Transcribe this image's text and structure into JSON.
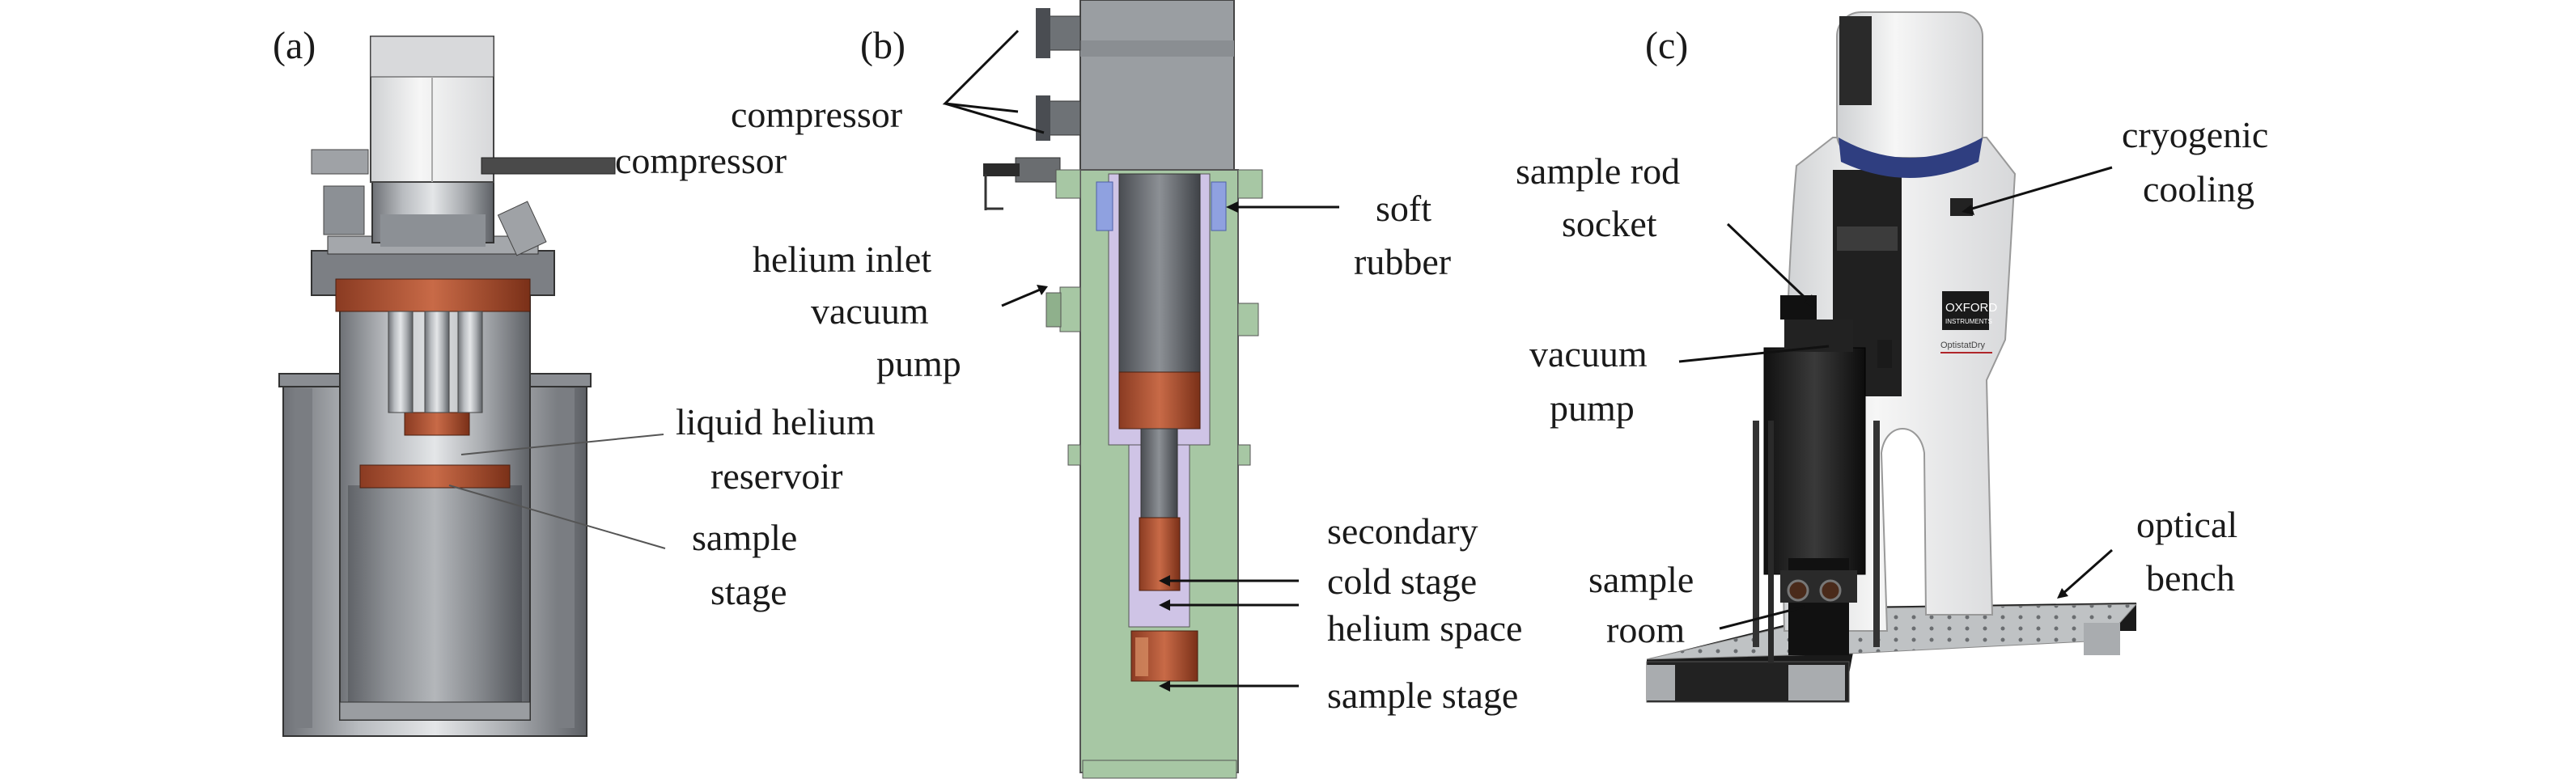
{
  "panels": {
    "a": {
      "letter": "(a)",
      "labels": {
        "compressor": "compressor",
        "reservoir_1": "liquid helium",
        "reservoir_2": "reservoir",
        "stage_1": "sample",
        "stage_2": "stage"
      }
    },
    "b": {
      "letter": "(b)",
      "labels": {
        "compressor": "compressor",
        "soft_1": "soft",
        "soft_2": "rubber",
        "helium_inlet": "helium inlet",
        "vacuum_1": "vacuum",
        "vacuum_2": "pump",
        "secondary_1": "secondary",
        "secondary_2": "cold stage",
        "helium_space": "helium space",
        "sample_stage": "sample stage"
      }
    },
    "c": {
      "letter": "(c)",
      "labels": {
        "rod_1": "sample rod",
        "rod_2": "socket",
        "cryo_1": "cryogenic",
        "cryo_2": "cooling",
        "vacuum_1": "vacuum",
        "vacuum_2": "pump",
        "room_1": "sample",
        "room_2": "room",
        "bench_1": "optical",
        "bench_2": "bench",
        "brand": "OXFORD",
        "brand_sub": "INSTRUMENTS",
        "model": "OptistatDry"
      }
    }
  }
}
